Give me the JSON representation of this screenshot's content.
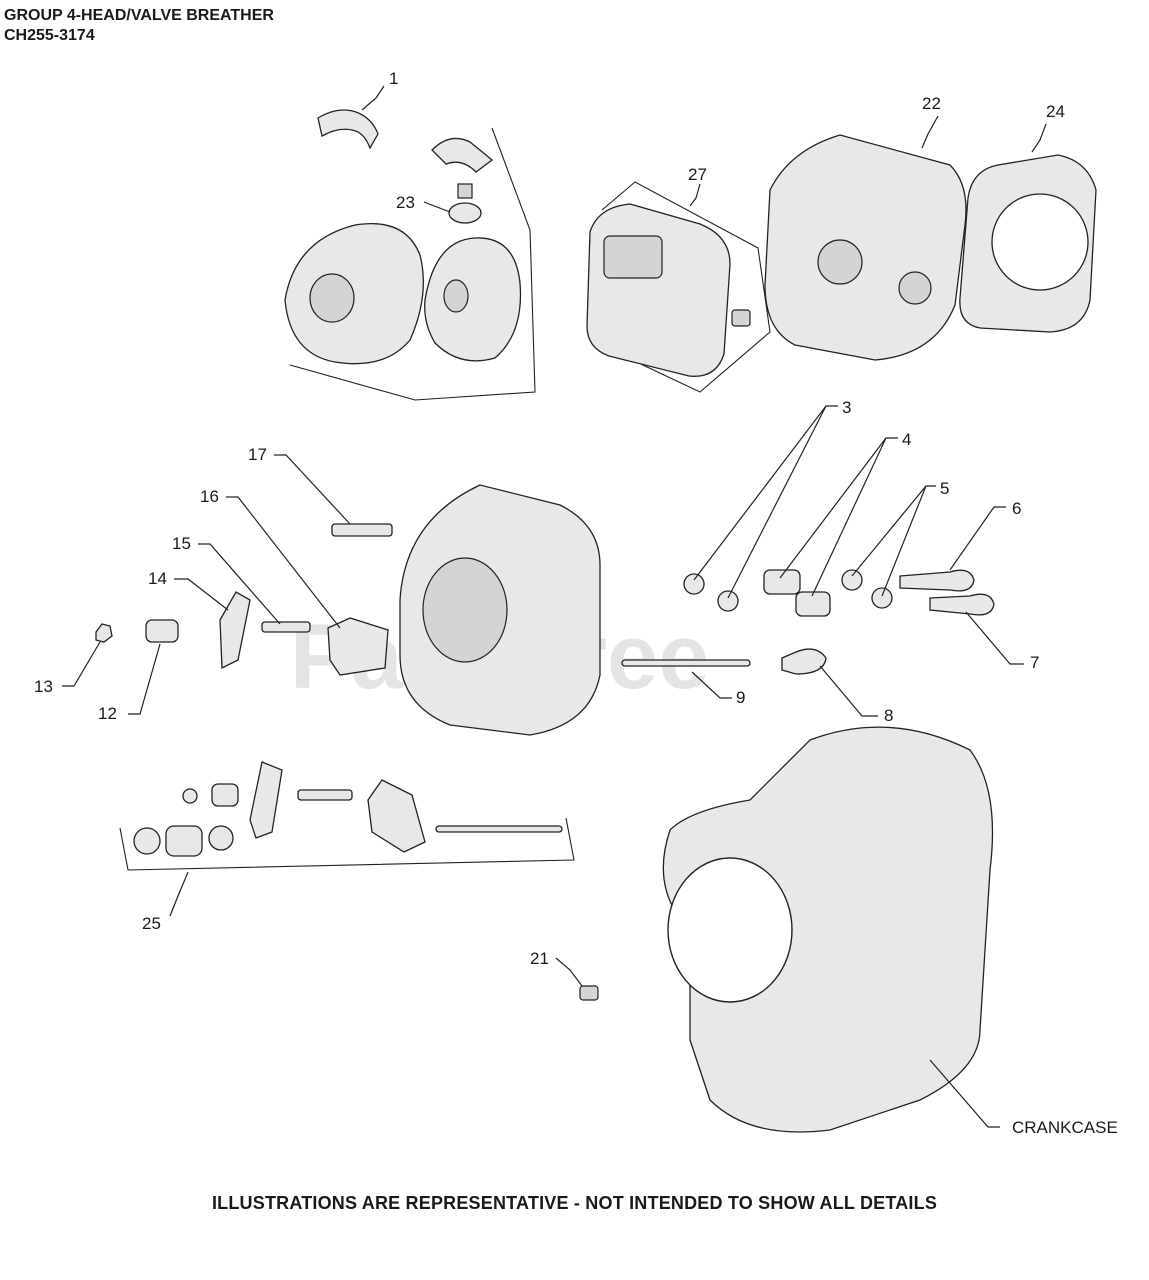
{
  "title_line1": "GROUP 4-HEAD/VALVE BREATHER",
  "title_line2": "CH255-3174",
  "footer": "ILLUSTRATIONS ARE REPRESENTATIVE - NOT INTENDED TO SHOW ALL DETAILS",
  "watermark": "PartsTree",
  "callouts": {
    "c1": "1",
    "c3": "3",
    "c4": "4",
    "c5": "5",
    "c6": "6",
    "c7": "7",
    "c8": "8",
    "c9": "9",
    "c12": "12",
    "c13": "13",
    "c14": "14",
    "c15": "15",
    "c16": "16",
    "c17": "17",
    "c21": "21",
    "c22": "22",
    "c23": "23",
    "c24": "24",
    "c25": "25",
    "c27": "27",
    "crankcase": "CRANKCASE"
  }
}
